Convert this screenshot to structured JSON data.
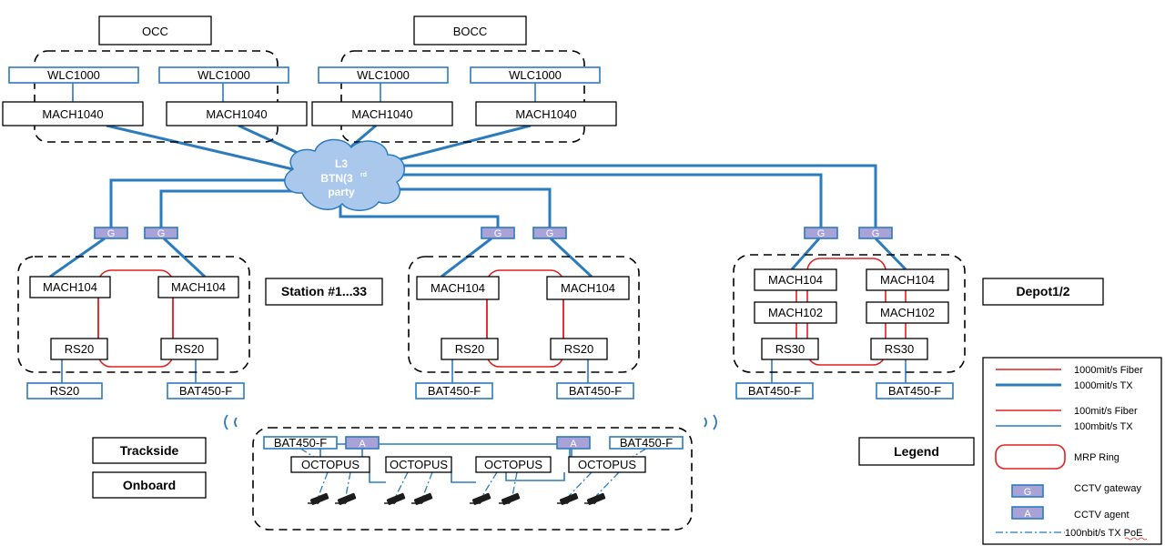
{
  "labels": {
    "occ": "OCC",
    "bocc": "BOCC",
    "wlc": "WLC1000",
    "mach1040": "MACH1040",
    "cloud_line1": "L3",
    "cloud_line2": "BTN(3",
    "cloud_sup": "rd",
    "cloud_line3": "party",
    "gateway": "G",
    "agent": "A",
    "mach104": "MACH104",
    "mach102": "MACH102",
    "rs20": "RS20",
    "rs30": "RS30",
    "bat450": "BAT450-F",
    "octopus": "OCTOPUS",
    "station": "Station #1...33",
    "depot": "Depot1/2",
    "trackside": "Trackside",
    "onboard": "Onboard",
    "legend": "Legend"
  },
  "legend": {
    "fiber_1000": "1000mit/s Fiber",
    "tx_1000": "1000mit/s TX",
    "fiber_100": "100mit/s Fiber",
    "tx_100": "100mbit/s TX",
    "mrp_ring": "MRP Ring",
    "cctv_gateway": "CCTV gateway",
    "cctv_agent": "CCTV agent",
    "poe": "100nbit/s TX PoE"
  },
  "colors": {
    "fiber": "#e02020",
    "tx": "#2b7bbf",
    "gateway_fill": "#a9a2d6",
    "cloud_fill": "#a9c8ec"
  }
}
